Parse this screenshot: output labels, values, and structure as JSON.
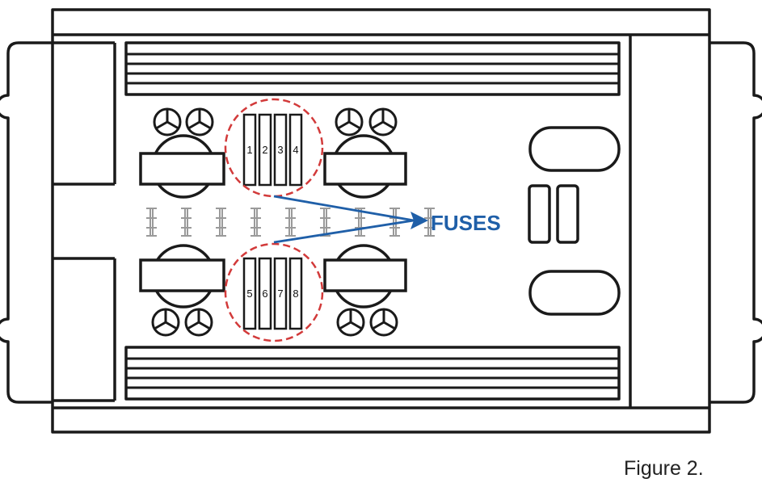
{
  "diagram": {
    "callout_label": "FUSES",
    "fuses_top": [
      "1",
      "2",
      "3",
      "4"
    ],
    "fuses_bottom": [
      "5",
      "6",
      "7",
      "8"
    ]
  },
  "caption": "Figure 2.",
  "colors": {
    "outline": "#1a1a1a",
    "arrow": "#1f5fa8",
    "highlight": "#d23a3a",
    "faded": "#9a9a9a"
  }
}
